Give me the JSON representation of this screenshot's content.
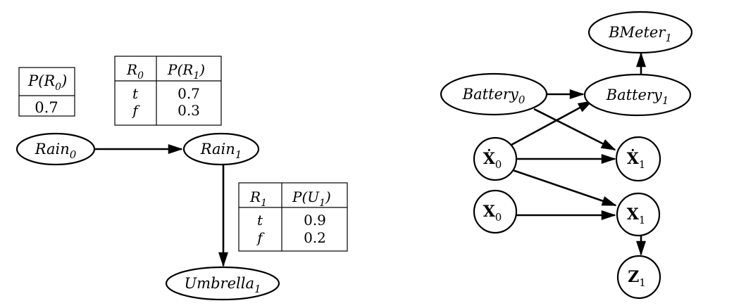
{
  "left_network": {
    "nodes": {
      "rain0": {
        "name": "Rain",
        "sub": "0"
      },
      "rain1": {
        "name": "Rain",
        "sub": "1"
      },
      "umbrella1": {
        "name": "Umbrella",
        "sub": "1"
      }
    },
    "cpt_prior": {
      "header": {
        "func": "P(R",
        "sub": "0",
        "close": ")"
      },
      "value": "0.7"
    },
    "cpt_transition": {
      "parent": {
        "name": "R",
        "sub": "0"
      },
      "header": {
        "func": "P(R",
        "sub": "1",
        "close": ")"
      },
      "rows": [
        {
          "key": "t",
          "value": "0.7"
        },
        {
          "key": "f",
          "value": "0.3"
        }
      ]
    },
    "cpt_sensor": {
      "parent": {
        "name": "R",
        "sub": "1"
      },
      "header": {
        "func": "P(U",
        "sub": "1",
        "close": ")"
      },
      "rows": [
        {
          "key": "t",
          "value": "0.9"
        },
        {
          "key": "f",
          "value": "0.2"
        }
      ]
    }
  },
  "right_network": {
    "nodes": {
      "bmeter1": {
        "name": "BMeter",
        "sub": "1"
      },
      "battery0": {
        "name": "Battery",
        "sub": "0"
      },
      "battery1": {
        "name": "Battery",
        "sub": "1"
      },
      "xdot0": {
        "name": "X",
        "sub": "0",
        "dot": "̇"
      },
      "xdot1": {
        "name": "X",
        "sub": "1",
        "dot": "̇"
      },
      "x0": {
        "name": "X",
        "sub": "0"
      },
      "x1": {
        "name": "X",
        "sub": "1"
      },
      "z1": {
        "name": "Z",
        "sub": "1"
      }
    }
  }
}
